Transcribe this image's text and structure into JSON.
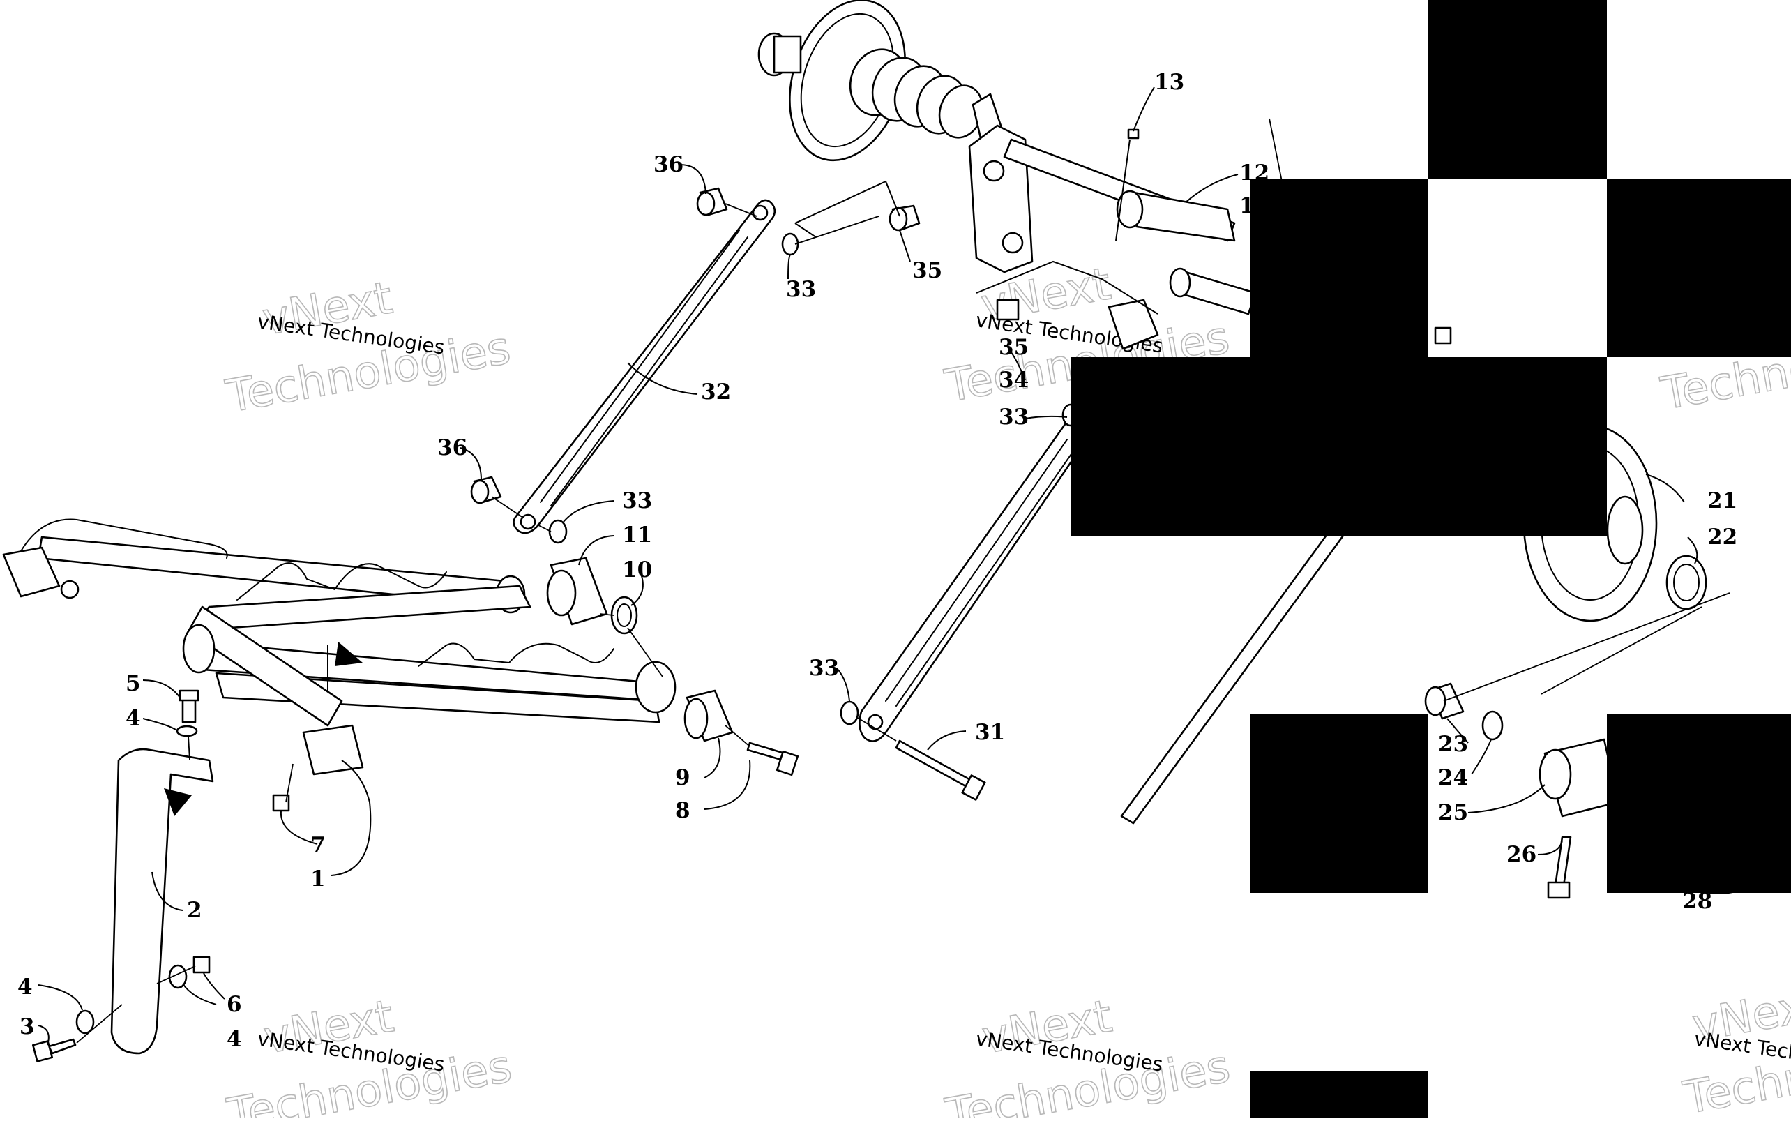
{
  "watermark": {
    "text_top": "vNext",
    "text_bottom": "Technologies",
    "caption": "vNext Technologies"
  },
  "callouts": [
    {
      "id": "c13",
      "label": "13"
    },
    {
      "id": "c12",
      "label": "12"
    },
    {
      "id": "c1a",
      "label": "1"
    },
    {
      "id": "c36a",
      "label": "36"
    },
    {
      "id": "c33a",
      "label": "33"
    },
    {
      "id": "c35a",
      "label": "35"
    },
    {
      "id": "c35b",
      "label": "35"
    },
    {
      "id": "c34",
      "label": "34"
    },
    {
      "id": "c33b",
      "label": "33"
    },
    {
      "id": "c32",
      "label": "32"
    },
    {
      "id": "c36b",
      "label": "36"
    },
    {
      "id": "c33c",
      "label": "33"
    },
    {
      "id": "c11",
      "label": "11"
    },
    {
      "id": "c10",
      "label": "10"
    },
    {
      "id": "c21",
      "label": "21"
    },
    {
      "id": "c22",
      "label": "22"
    },
    {
      "id": "c5",
      "label": "5"
    },
    {
      "id": "c4a",
      "label": "4"
    },
    {
      "id": "c33d",
      "label": "33"
    },
    {
      "id": "c31",
      "label": "31"
    },
    {
      "id": "c9",
      "label": "9"
    },
    {
      "id": "c8",
      "label": "8"
    },
    {
      "id": "c7",
      "label": "7"
    },
    {
      "id": "c1b",
      "label": "1"
    },
    {
      "id": "c23",
      "label": "23"
    },
    {
      "id": "c24",
      "label": "24"
    },
    {
      "id": "c25",
      "label": "25"
    },
    {
      "id": "c26",
      "label": "26"
    },
    {
      "id": "c28",
      "label": "28"
    },
    {
      "id": "c2",
      "label": "2"
    },
    {
      "id": "c4b",
      "label": "4"
    },
    {
      "id": "c6",
      "label": "6"
    },
    {
      "id": "c3",
      "label": "3"
    },
    {
      "id": "c4c",
      "label": "4"
    }
  ]
}
